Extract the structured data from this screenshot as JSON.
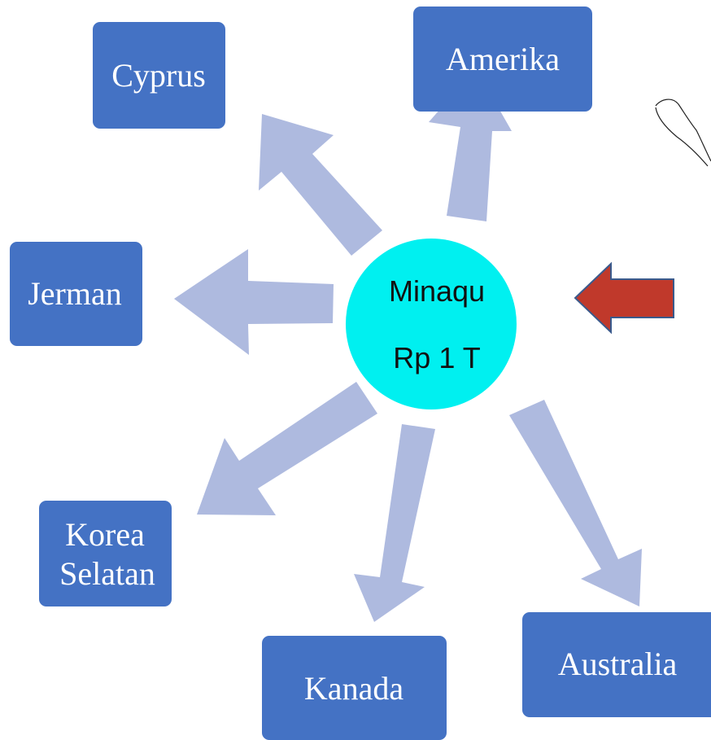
{
  "hub": {
    "line1": "Minaqu",
    "line2": "Rp 1 T"
  },
  "countries": {
    "cyprus": "Cyprus",
    "amerika": "Amerika",
    "jerman": "Jerman",
    "korea_line1": "Korea",
    "korea_line2": "Selatan",
    "kanada": "Kanada",
    "australia": "Australia"
  },
  "colors": {
    "box_fill": "#4472c4",
    "arrow_fill": "#aebadf",
    "hub_fill": "#00f0f0",
    "pointer_fill": "#c0392b",
    "pointer_stroke": "#3a5a8c"
  }
}
